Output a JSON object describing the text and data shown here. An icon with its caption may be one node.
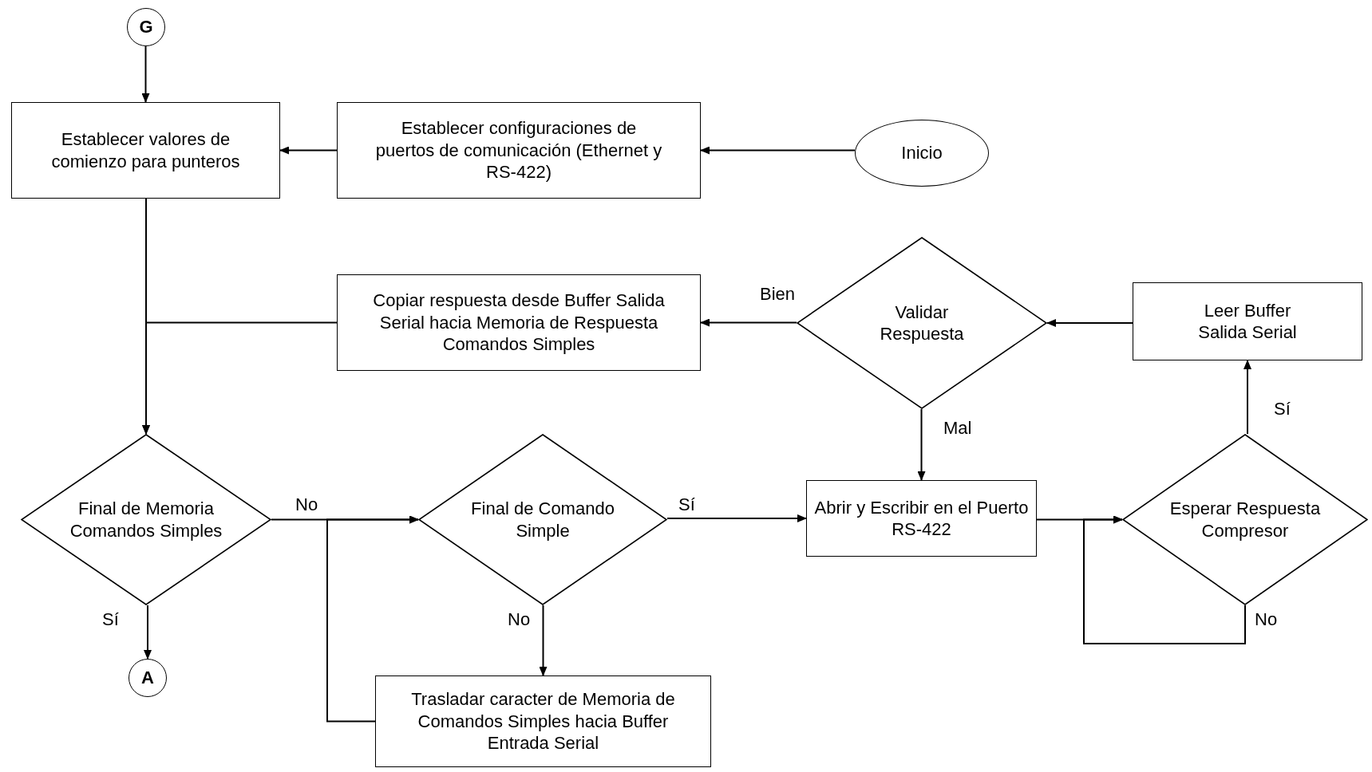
{
  "diagram": {
    "nodes": [
      {
        "text": [
          "G"
        ]
      },
      {
        "text": [
          "Establecer valores de comienzo para punteros"
        ]
      },
      {
        "text": [
          "Establecer configuraciones de puertos de comunicación (Ethernet y RS-422)"
        ]
      },
      {
        "text": [
          "Inicio"
        ]
      },
      {
        "text": [
          "Copiar respuesta desde Buffer Salida Serial hacia Memoria de Respuesta Comandos Simples"
        ]
      },
      {
        "text": [
          "Validar Respuesta"
        ]
      },
      {
        "text": [
          "Leer Buffer Salida Serial"
        ]
      },
      {
        "text": [
          "Final de Memoria Comandos Simples"
        ]
      },
      {
        "text": [
          "Final de Comando Simple"
        ]
      },
      {
        "text": [
          "Abrir y Escribir en el Puerto RS-422"
        ]
      },
      {
        "text": [
          "Esperar Respuesta Compresor"
        ]
      },
      {
        "text": [
          "A"
        ]
      },
      {
        "text": [
          "Trasladar caracter de Memoria de Comandos Simples hacia Buffer Entrada Serial"
        ]
      }
    ],
    "edges": [
      {
        "from": 0,
        "to": 1,
        "arrow": "to"
      },
      {
        "from": 3,
        "to": 2,
        "arrow": "to"
      },
      {
        "from": 2,
        "to": 1,
        "arrow": "to"
      },
      {
        "from": 1,
        "to": 7,
        "arrow": "to"
      },
      {
        "from": 4,
        "to": 7,
        "arrow": "to"
      },
      {
        "from": 5,
        "to": 4,
        "arrow": "to",
        "label": "Bien"
      },
      {
        "from": 6,
        "to": 5,
        "arrow": "to"
      },
      {
        "from": 5,
        "to": 9,
        "arrow": "to",
        "label": "Mal"
      },
      {
        "from": 7,
        "to": 8,
        "arrow": "to",
        "label": "No"
      },
      {
        "from": 7,
        "to": 11,
        "arrow": "to",
        "label": "Sí"
      },
      {
        "from": 8,
        "to": 9,
        "arrow": "to",
        "label": "Sí"
      },
      {
        "from": 8,
        "to": 12,
        "arrow": "to",
        "label": "No"
      },
      {
        "from": 12,
        "to": 8,
        "arrow": "to"
      },
      {
        "from": 9,
        "to": 10,
        "arrow": "to"
      },
      {
        "from": 10,
        "to": 6,
        "arrow": "to",
        "label": "Sí"
      },
      {
        "from": 10,
        "to": 10,
        "arrow": "to",
        "label": "No"
      }
    ]
  }
}
